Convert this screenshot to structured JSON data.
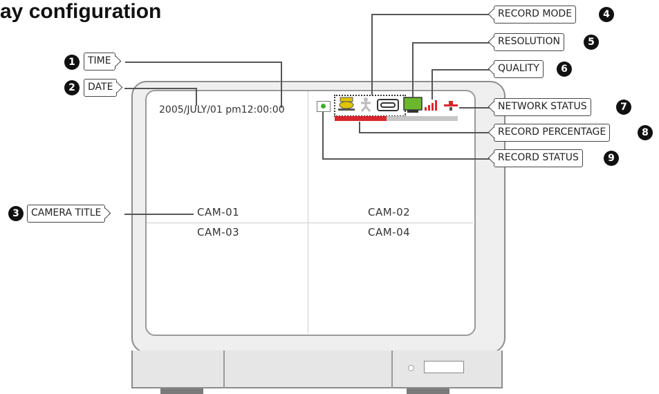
{
  "heading": "ay configuration",
  "screen": {
    "datetime": "2005/JULY/01 pm12:00:00",
    "cameras": [
      "CAM-01",
      "CAM-02",
      "CAM-03",
      "CAM-04"
    ]
  },
  "callouts": [
    {
      "number": "1",
      "label": "TIME"
    },
    {
      "number": "2",
      "label": "DATE"
    },
    {
      "number": "3",
      "label": "CAMERA TITLE"
    },
    {
      "number": "4",
      "label": "RECORD MODE"
    },
    {
      "number": "5",
      "label": "RESOLUTION"
    },
    {
      "number": "6",
      "label": "QUALITY"
    },
    {
      "number": "7",
      "label": "NETWORK STATUS"
    },
    {
      "number": "8",
      "label": "RECORD PERCENTAGE"
    },
    {
      "number": "9",
      "label": "RECORD STATUS"
    }
  ],
  "record_percentage": 0.42,
  "icons": {
    "record_status": "record-status-icon",
    "record_mode": [
      "camera-record-icon",
      "motion-record-icon",
      "schedule-record-icon"
    ],
    "resolution": "resolution-monitor-icon",
    "quality": "quality-bars-icon",
    "network": "network-plug-icon"
  },
  "colors": {
    "record_bar": "#d9262b",
    "record_bar_track": "#c7c7c7",
    "resolution": "#6bb82f",
    "quality": "#d9262b",
    "camera_icon": "#e0c400",
    "record_dot": "#3fae2a"
  }
}
